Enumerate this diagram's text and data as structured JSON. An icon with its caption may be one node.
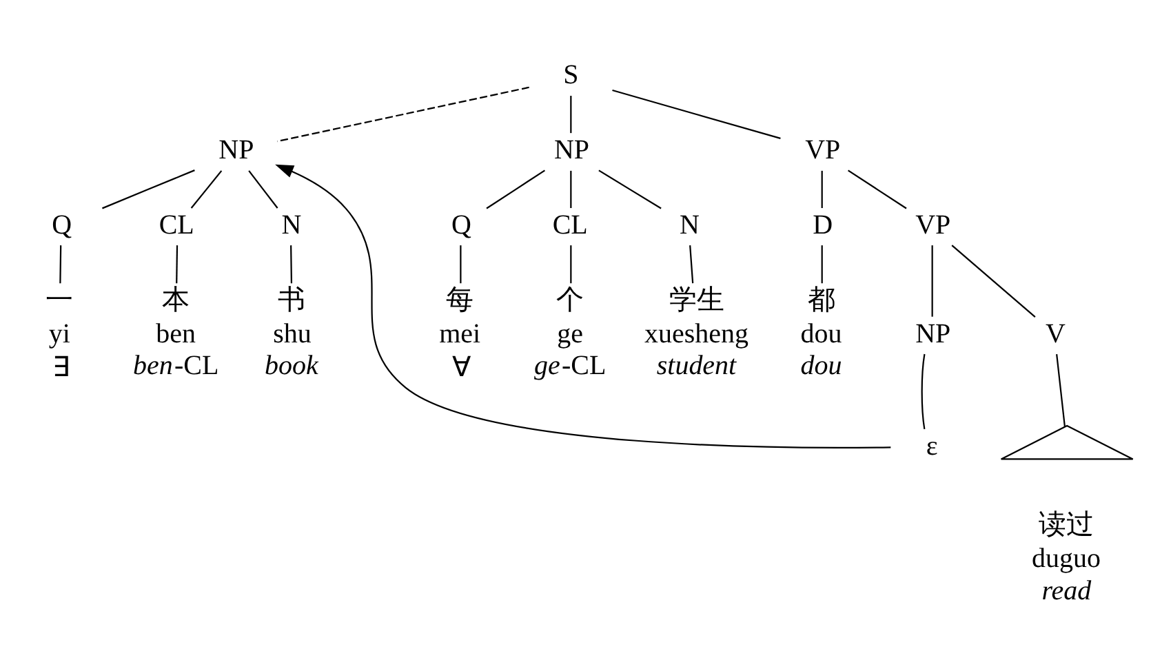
{
  "diagram": {
    "nodes": [
      {
        "text": [
          "S"
        ]
      },
      {
        "text": [
          "NP"
        ]
      },
      {
        "text": [
          "NP"
        ]
      },
      {
        "text": [
          "VP"
        ]
      },
      {
        "text": [
          "Q"
        ]
      },
      {
        "text": [
          "CL"
        ]
      },
      {
        "text": [
          "N"
        ]
      },
      {
        "text": [
          "Q"
        ]
      },
      {
        "text": [
          "CL"
        ]
      },
      {
        "text": [
          "N"
        ]
      },
      {
        "text": [
          "D"
        ]
      },
      {
        "text": [
          "VP"
        ]
      },
      {
        "text": [
          "V"
        ]
      },
      {
        "text": [
          "NP"
        ]
      },
      {
        "text": [
          "一",
          "yi",
          "∃"
        ]
      },
      {
        "text": [
          "本",
          "ben",
          "*ben*-CL"
        ]
      },
      {
        "text": [
          "书",
          "shu",
          "book"
        ]
      },
      {
        "text": [
          "每",
          "mei",
          "∀"
        ]
      },
      {
        "text": [
          "个",
          "ge",
          "*ge*-CL"
        ]
      },
      {
        "text": [
          "学生",
          "xuesheng",
          "student"
        ]
      },
      {
        "text": [
          "都",
          "dou",
          "dou"
        ]
      },
      {
        "text": [],
        "shape": "triangle"
      },
      {
        "text": [
          "读过",
          "duguo",
          "read"
        ]
      },
      {
        "text": [
          "ε"
        ]
      }
    ],
    "edges": [
      {
        "from": 0,
        "to": 1,
        "arrow": "none",
        "style": "dashed"
      },
      {
        "from": 0,
        "to": 2,
        "arrow": "none"
      },
      {
        "from": 0,
        "to": 3,
        "arrow": "none"
      },
      {
        "from": 1,
        "to": 4,
        "arrow": "none"
      },
      {
        "from": 1,
        "to": 5,
        "arrow": "none"
      },
      {
        "from": 1,
        "to": 6,
        "arrow": "none"
      },
      {
        "from": 2,
        "to": 7,
        "arrow": "none"
      },
      {
        "from": 2,
        "to": 8,
        "arrow": "none"
      },
      {
        "from": 2,
        "to": 9,
        "arrow": "none"
      },
      {
        "from": 3,
        "to": 10,
        "arrow": "none"
      },
      {
        "from": 3,
        "to": 11,
        "arrow": "none"
      },
      {
        "from": 4,
        "to": 14,
        "arrow": "none"
      },
      {
        "from": 5,
        "to": 15,
        "arrow": "none"
      },
      {
        "from": 6,
        "to": 16,
        "arrow": "none"
      },
      {
        "from": 7,
        "to": 17,
        "arrow": "none"
      },
      {
        "from": 8,
        "to": 18,
        "arrow": "none"
      },
      {
        "from": 9,
        "to": 19,
        "arrow": "none"
      },
      {
        "from": 10,
        "to": 20,
        "arrow": "none"
      },
      {
        "from": 11,
        "to": 12,
        "arrow": "none"
      },
      {
        "from": 11,
        "to": 13,
        "arrow": "none"
      },
      {
        "from": 12,
        "to": 21,
        "arrow": "none"
      },
      {
        "from": 13,
        "to": 23,
        "arrow": "none"
      },
      {
        "from": 23,
        "to": 1,
        "arrow": "to"
      }
    ]
  }
}
